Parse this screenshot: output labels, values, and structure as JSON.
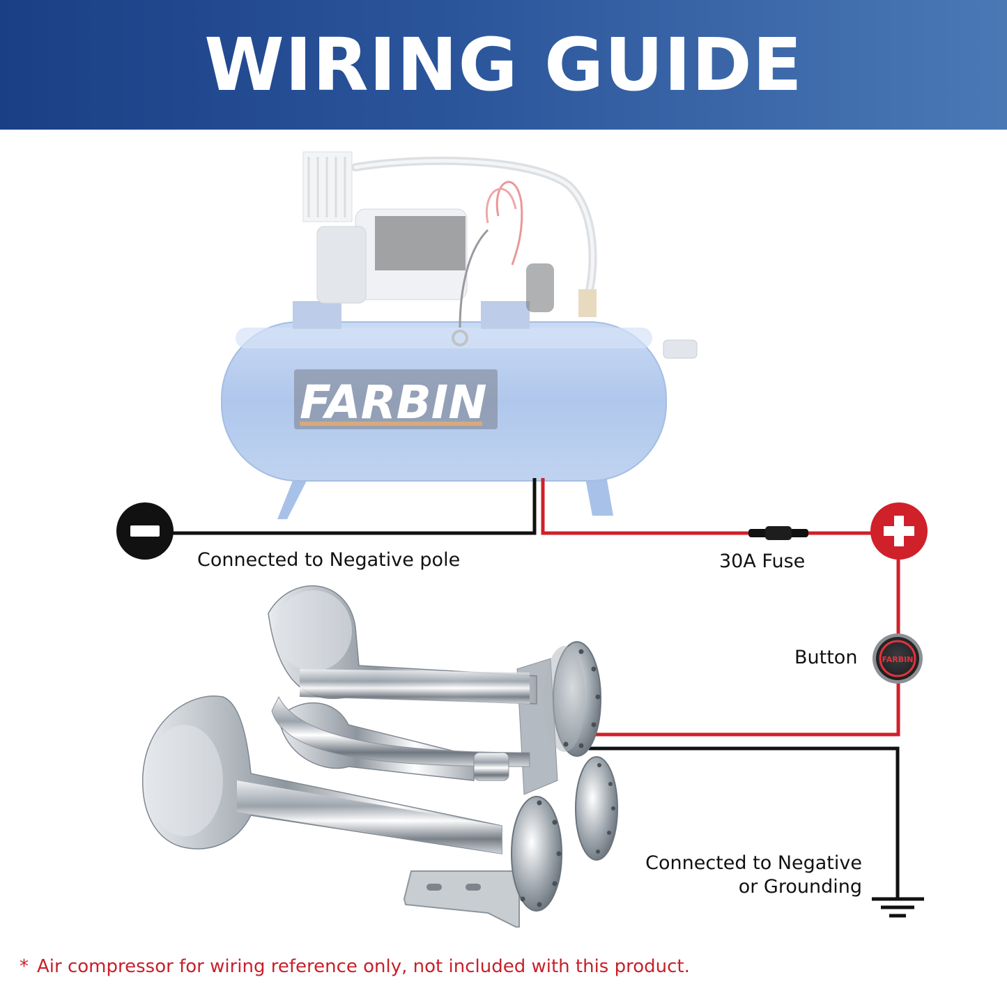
{
  "header": {
    "title": "WIRING GUIDE"
  },
  "compressor": {
    "brand": "FARBIN"
  },
  "button": {
    "brand": "FARBIN"
  },
  "labels": {
    "negative_pole": "Connected to Negative pole",
    "fuse": "30A Fuse",
    "button": "Button",
    "ground_line1": "Connected to Negative",
    "ground_line2": "or Grounding"
  },
  "footer": {
    "asterisk": "*",
    "note": "Air compressor for wiring reference only, not included with this product."
  },
  "colors": {
    "header": "#2b559b",
    "positive": "#d0202a",
    "negative": "#111111",
    "tank": "#a9c4ec",
    "note": "#c8202a"
  }
}
